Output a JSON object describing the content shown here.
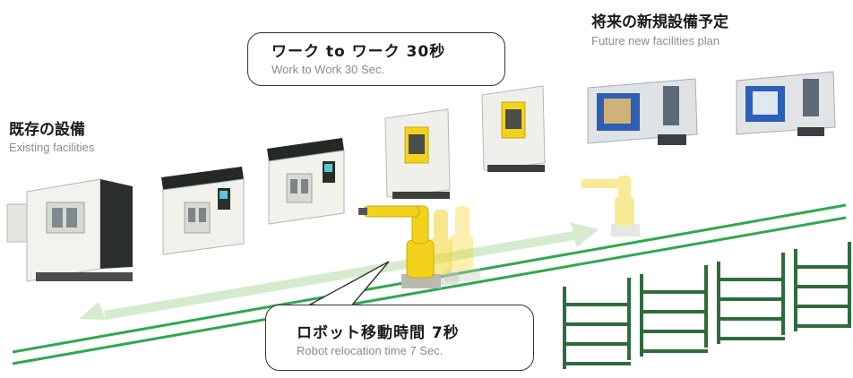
{
  "labels": {
    "existing": {
      "jp": "既存の設備",
      "en": "Existing facilities"
    },
    "future": {
      "jp": "将来の新規設備予定",
      "en": "Future new facilities plan"
    },
    "work_to_work": {
      "jp": "ワーク to ワーク 30秒",
      "en": "Work to Work 30 Sec."
    },
    "relocation": {
      "jp": "ロボット移動時間 7秒",
      "en": "Robot relocation time 7 Sec."
    }
  },
  "colors": {
    "rail": "#2fa84f",
    "arrow": "#cfe7c6",
    "robot": "#f2d21b",
    "rack": "#2e6b3d",
    "machine_blue": "#2c5fb5",
    "machine_dark": "#2b2f2c",
    "machine_light": "#eef0ea",
    "panel_yellow": "#f3d21c"
  }
}
